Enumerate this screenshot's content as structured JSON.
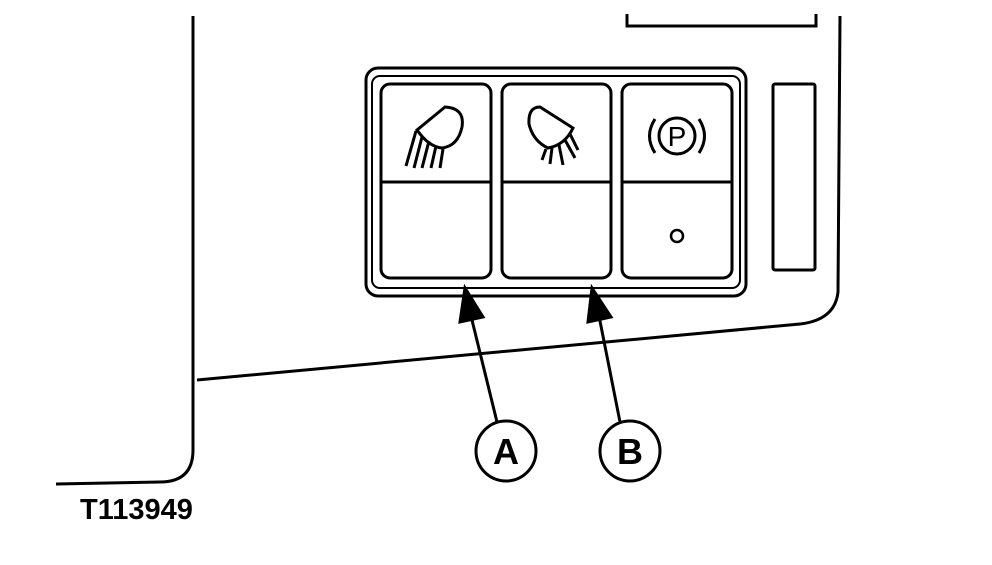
{
  "figure": {
    "id_label": "T113949"
  },
  "panel": {
    "switches": [
      {
        "name": "front-work-light-switch",
        "icon": "work-light-icon",
        "indicator": ""
      },
      {
        "name": "rear-work-light-switch",
        "icon": "work-light-icon",
        "indicator": ""
      },
      {
        "name": "park-brake-switch",
        "icon": "park-brake-icon",
        "symbol_text": "P",
        "indicator": "indicator-dot"
      }
    ]
  },
  "callouts": [
    {
      "label": "A",
      "target": "front-work-light-switch"
    },
    {
      "label": "B",
      "target": "rear-work-light-switch"
    }
  ],
  "colors": {
    "line": "#000000",
    "background": "#ffffff"
  }
}
